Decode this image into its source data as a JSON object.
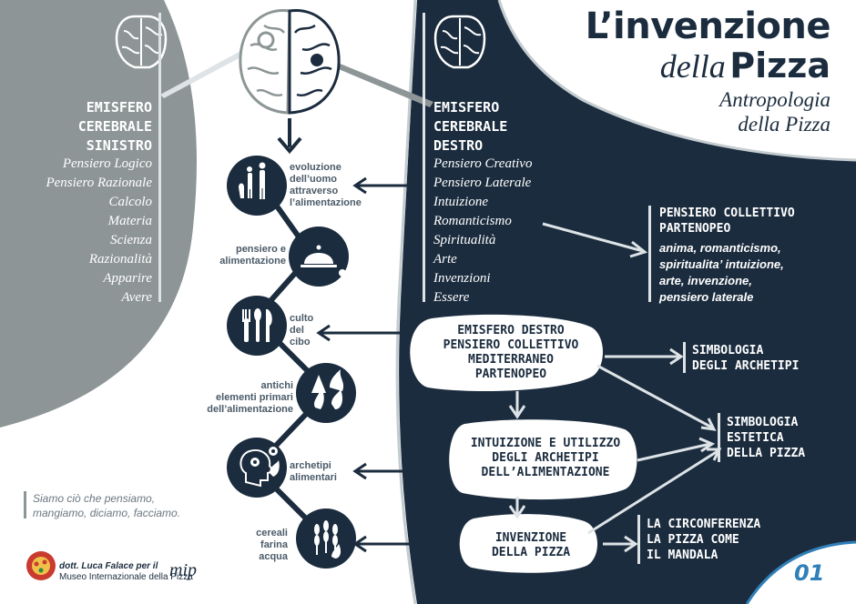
{
  "title": {
    "line1": "L’invenzione",
    "line2_italic": "della",
    "line2_bold": "Pizza",
    "subtitle_line1": "Antropologia",
    "subtitle_line2": "della Pizza"
  },
  "left_hemisphere": {
    "heading": [
      "EMISFERO",
      "CEREBRALE",
      "SINISTRO"
    ],
    "items": [
      "Pensiero Logico",
      "Pensiero Razionale",
      "Calcolo",
      "Materia",
      "Scienza",
      "Razionalità",
      "Apparire",
      "Avere"
    ]
  },
  "right_hemisphere": {
    "heading": [
      "EMISFERO",
      "CEREBRALE",
      "DESTRO"
    ],
    "items": [
      "Pensiero Creativo",
      "Pensiero Laterale",
      "Intuizione",
      "Romanticismo",
      "Spiritualità",
      "Arte",
      "Invenzioni",
      "Essere"
    ]
  },
  "stages": [
    {
      "label": [
        "evoluzione",
        "dell’uomo",
        "attraverso",
        "l’alimentazione"
      ],
      "icon": "human-evolution-icon"
    },
    {
      "label": [
        "pensiero e",
        "alimentazione"
      ],
      "icon": "cloche-icon"
    },
    {
      "label": [
        "culto",
        "del",
        "cibo"
      ],
      "icon": "cutlery-icon"
    },
    {
      "label": [
        "antichi",
        "elementi primari",
        "dell’alimentazione"
      ],
      "icon": "elements-icon"
    },
    {
      "label": [
        "archetipi",
        "alimentari"
      ],
      "icon": "head-gears-icon"
    },
    {
      "label": [
        "cereali",
        "farina",
        "acqua"
      ],
      "icon": "wheat-icon"
    }
  ],
  "bubbles": [
    {
      "lines": [
        "EMISFERO DESTRO",
        "PENSIERO COLLETTIVO",
        "MEDITERRANEO",
        "PARTENOPEO"
      ]
    },
    {
      "lines": [
        "INTUIZIONE E UTILIZZO",
        "DEGLI ARCHETIPI",
        "DELL’ALIMENTAZIONE"
      ]
    },
    {
      "lines": [
        "INVENZIONE",
        "DELLA PIZZA"
      ]
    }
  ],
  "collettivo": {
    "title": [
      "PENSIERO COLLETTIVO",
      "PARTENOPEO"
    ],
    "text": [
      "anima, romanticismo,",
      "spiritualita’ intuizione,",
      "arte, invenzione,",
      "pensiero laterale"
    ]
  },
  "concepts": {
    "simbologia_archetipi": [
      "SIMBOLOGIA",
      "DEGLI ARCHETIPI"
    ],
    "simbologia_estetica": [
      "SIMBOLOGIA",
      "ESTETICA",
      "DELLA PIZZA"
    ],
    "circonferenza": [
      "LA CIRCONFERENZA",
      "LA PIZZA COME",
      "IL MANDALA"
    ]
  },
  "quote": [
    "Siamo ciò che pensiamo,",
    "mangiamo, diciamo, facciamo."
  ],
  "credit": {
    "author": "dott. Luca Falace per il",
    "museum": "Museo Internazionale della Pizza",
    "logo_text": "mip"
  },
  "page_number": "01",
  "colors": {
    "navy": "#1b2c3e",
    "grey": "#8d9596",
    "accent_blue": "#2f7fb8"
  }
}
